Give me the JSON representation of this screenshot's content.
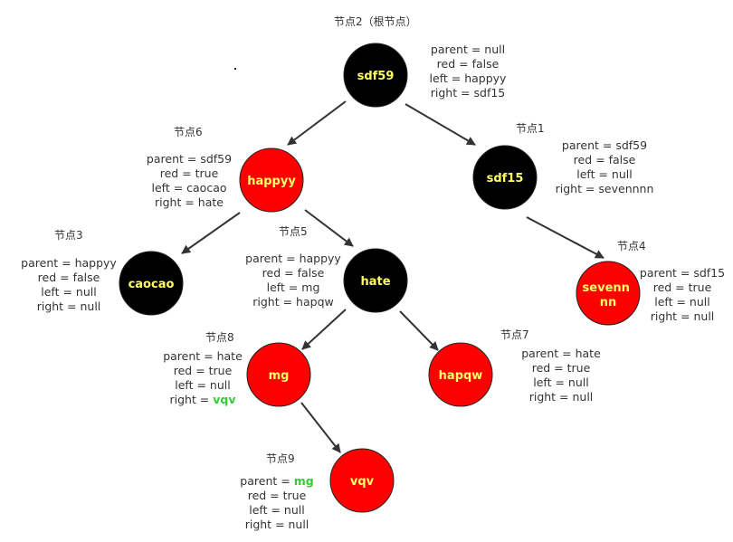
{
  "colors": {
    "black_node": "#000000",
    "red_node": "#ff0000",
    "label_text": "#ffff66",
    "highlight": "#33cc33",
    "edge": "#333333"
  },
  "nodes": [
    {
      "key": "sdf59",
      "color": "black",
      "label": "sdf59",
      "title": "节点2（根节点）",
      "props": [
        "parent = null",
        "red = false",
        "left = happyy",
        "right = sdf15"
      ]
    },
    {
      "key": "sdf15",
      "color": "black",
      "label": "sdf15",
      "title": "节点1",
      "props": [
        "parent = sdf59",
        "red = false",
        "left = null",
        "right = sevennnn"
      ]
    },
    {
      "key": "happyy",
      "color": "red",
      "label": "happyy",
      "title": "节点6",
      "props": [
        "parent = sdf59",
        "red = true",
        "left = caocao",
        "right = hate"
      ]
    },
    {
      "key": "caocao",
      "color": "black",
      "label": "caocao",
      "title": "节点3",
      "props": [
        "parent = happyy",
        "red = false",
        "left = null",
        "right = null"
      ]
    },
    {
      "key": "hate",
      "color": "black",
      "label": "hate",
      "title": "节点5",
      "props": [
        "parent = happyy",
        "red = false",
        "left = mg",
        "right = hapqw"
      ]
    },
    {
      "key": "sevennnn",
      "color": "red",
      "label": "sevenn nn",
      "title": "节点4",
      "props": [
        "parent = sdf15",
        "red = true",
        "left = null",
        "right = null"
      ]
    },
    {
      "key": "mg",
      "color": "red",
      "label": "mg",
      "title": "节点8",
      "props": [
        "parent = hate",
        "red = true",
        "left = null",
        "right = "
      ],
      "right_highlight": "vqv"
    },
    {
      "key": "hapqw",
      "color": "red",
      "label": "hapqw",
      "title": "节点7",
      "props": [
        "parent = hate",
        "red = true",
        "left = null",
        "right = null"
      ]
    },
    {
      "key": "vqv",
      "color": "red",
      "label": "vqv",
      "title": "节点9",
      "props": [
        "parent = ",
        "red = true",
        "left = null",
        "right = null"
      ],
      "parent_highlight": "mg"
    }
  ],
  "edges": [
    [
      "sdf59",
      "happyy"
    ],
    [
      "sdf59",
      "sdf15"
    ],
    [
      "happyy",
      "caocao"
    ],
    [
      "happyy",
      "hate"
    ],
    [
      "sdf15",
      "sevennnn"
    ],
    [
      "hate",
      "mg"
    ],
    [
      "hate",
      "hapqw"
    ],
    [
      "mg",
      "vqv"
    ]
  ]
}
